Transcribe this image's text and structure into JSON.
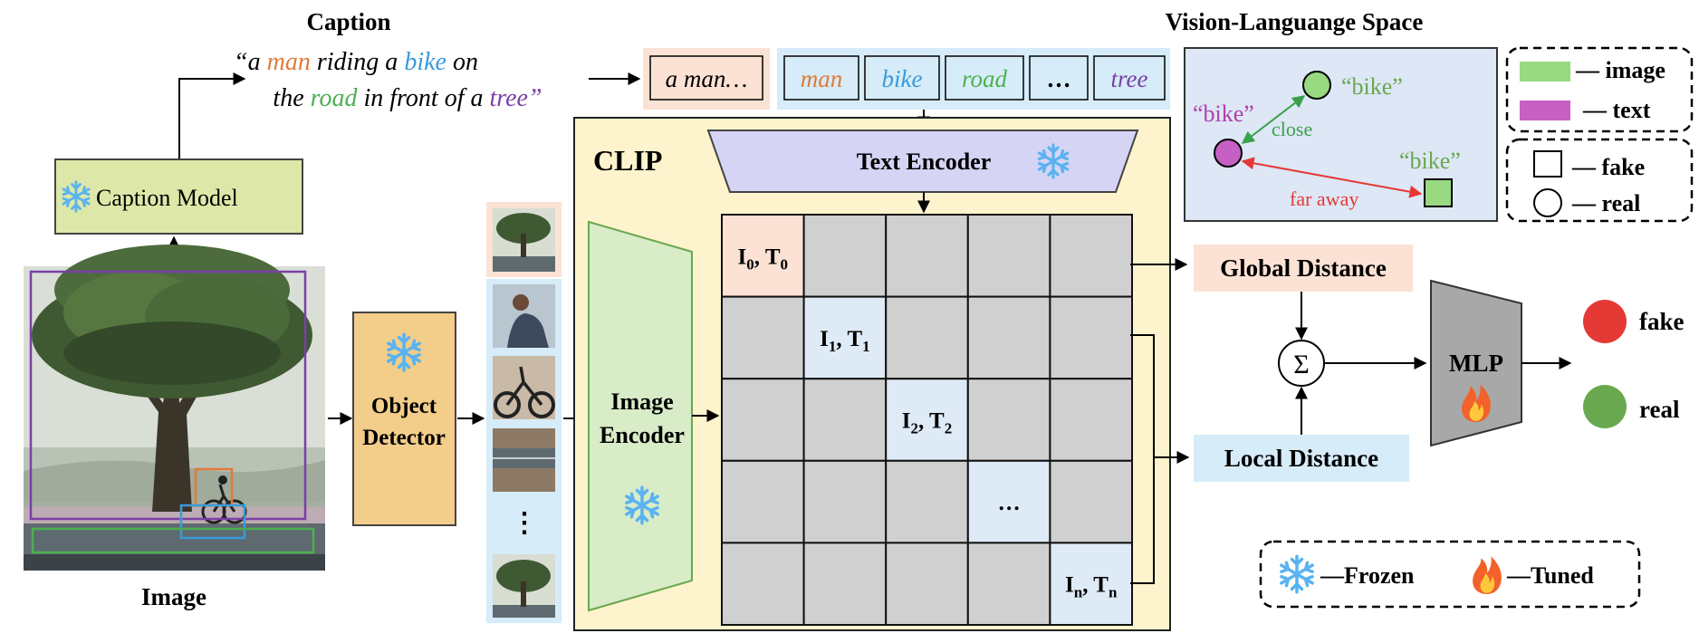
{
  "caption": {
    "title": "Caption",
    "line1_a": "“a ",
    "line1_man": "man",
    "line1_b": " riding a ",
    "line1_bike": "bike",
    "line1_c": " on",
    "line2_a": "the ",
    "line2_road": "road",
    "line2_b": " in front of a ",
    "line2_tree": "tree",
    "line2_c": "”"
  },
  "caption_model": {
    "label": "Caption Model"
  },
  "image_label": "Image",
  "object_detector": {
    "line1": "Object",
    "line2": "Detector"
  },
  "crops": {
    "ellipsis": "⋮"
  },
  "tokens": {
    "full": "a man…",
    "items": [
      "man",
      "bike",
      "road",
      "…",
      "tree"
    ]
  },
  "clip": {
    "title": "CLIP",
    "text_encoder": "Text Encoder",
    "image_encoder_line1": "Image",
    "image_encoder_line2": "Encoder",
    "diag": [
      {
        "i": "I",
        "t": "T",
        "sub": "0"
      },
      {
        "i": "I",
        "t": "T",
        "sub": "1"
      },
      {
        "i": "I",
        "t": "T",
        "sub": "2"
      },
      {
        "i": "",
        "t": "",
        "sub": "…"
      },
      {
        "i": "I",
        "t": "T",
        "sub": "n"
      }
    ]
  },
  "vl_space": {
    "title": "Vision-Languange Space",
    "bike_text": "“bike”",
    "bike_image": "“bike”",
    "bike_fake": "“bike”",
    "close": "close",
    "far_away": "far away"
  },
  "legend_modality": {
    "image": "— image",
    "text": "— text"
  },
  "legend_real": {
    "fake": "— fake",
    "real": "— real"
  },
  "global_distance": "Global Distance",
  "local_distance": "Local Distance",
  "sum_symbol": "Σ",
  "mlp": {
    "label": "MLP"
  },
  "outputs": {
    "fake": "fake",
    "real": "real"
  },
  "legend_frozen": {
    "frozen": "—Frozen",
    "tuned": "—Tuned"
  },
  "colors": {
    "man": "#e07b39",
    "bike": "#3a9ad9",
    "road": "#4caf50",
    "tree": "#7b3fa8",
    "caption_model_bg": "#dde8a8",
    "detector_bg": "#f3cd8a",
    "clip_bg": "#fdf3cd",
    "text_encoder_bg": "#d6d4f5",
    "image_encoder_bg": "#d8ecc8",
    "global_bg": "#fbe2d4",
    "local_bg": "#d6ecf8",
    "vl_bg": "#dde7f5",
    "fake_dot": "#e53935",
    "real_dot": "#6aa84f",
    "snow": "#5ab3f0",
    "fire": "#f2622a"
  }
}
